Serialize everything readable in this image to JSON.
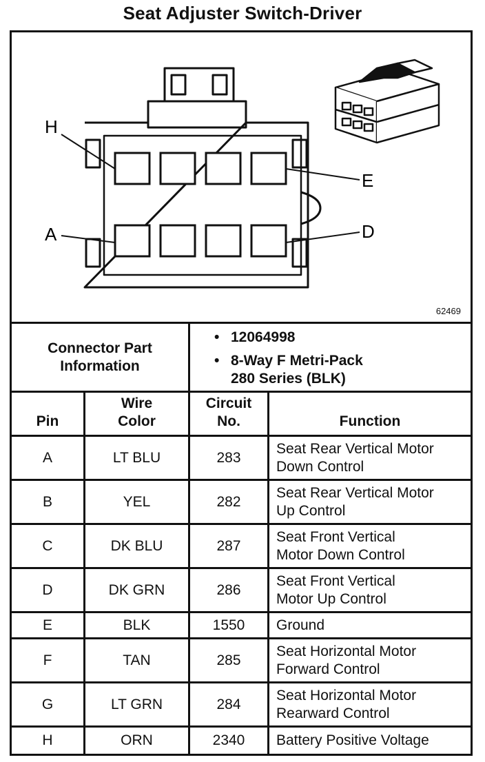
{
  "title": "Seat Adjuster Switch-Driver",
  "figure_number": "62469",
  "pin_labels": {
    "h": "H",
    "a": "A",
    "e": "E",
    "d": "D"
  },
  "connector_info": {
    "label_line1": "Connector Part",
    "label_line2": "Information",
    "items": [
      {
        "text": "12064998"
      },
      {
        "text_line1": "8-Way F Metri-Pack",
        "text_line2": "280 Series (BLK)"
      }
    ]
  },
  "table": {
    "headers": {
      "pin": "Pin",
      "wire_line1": "Wire",
      "wire_line2": "Color",
      "circuit_line1": "Circuit",
      "circuit_line2": "No.",
      "function": "Function"
    },
    "rows": [
      {
        "pin": "A",
        "color": "LT BLU",
        "circuit": "283",
        "function1": "Seat Rear Vertical Motor",
        "function2": "Down Control"
      },
      {
        "pin": "B",
        "color": "YEL",
        "circuit": "282",
        "function1": "Seat Rear Vertical Motor",
        "function2": "Up Control"
      },
      {
        "pin": "C",
        "color": "DK BLU",
        "circuit": "287",
        "function1": "Seat Front Vertical",
        "function2": "Motor Down Control"
      },
      {
        "pin": "D",
        "color": "DK GRN",
        "circuit": "286",
        "function1": "Seat Front Vertical",
        "function2": "Motor Up Control"
      },
      {
        "pin": "E",
        "color": "BLK",
        "circuit": "1550",
        "function1": "Ground",
        "function2": ""
      },
      {
        "pin": "F",
        "color": "TAN",
        "circuit": "285",
        "function1": "Seat Horizontal Motor",
        "function2": "Forward Control"
      },
      {
        "pin": "G",
        "color": "LT GRN",
        "circuit": "284",
        "function1": "Seat Horizontal Motor",
        "function2": "Rearward Control"
      },
      {
        "pin": "H",
        "color": "ORN",
        "circuit": "2340",
        "function1": "Battery Positive Voltage",
        "function2": ""
      }
    ]
  }
}
